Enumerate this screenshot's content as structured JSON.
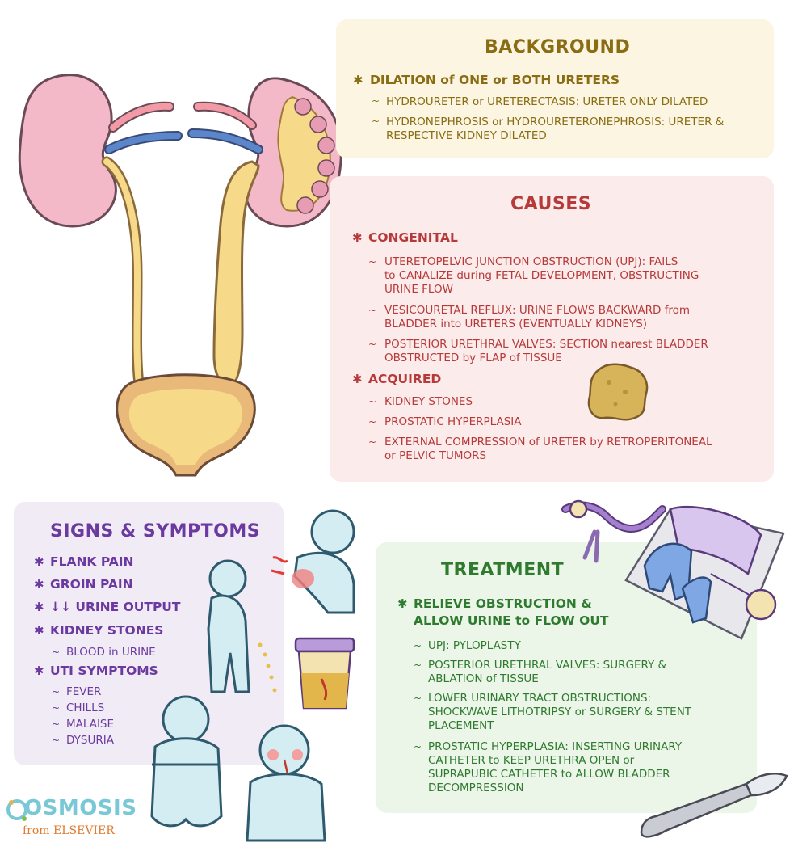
{
  "background": {
    "title": "BACKGROUND",
    "point": "DILATION of ONE or BOTH URETERS",
    "sub": [
      "HYDROURETER or URETERECTASIS: URETER ONLY DILATED",
      "HYDRONEPHROSIS or HYDROURETERONEPHROSIS: URETER &",
      "RESPECTIVE KIDNEY DILATED"
    ]
  },
  "causes": {
    "title": "CAUSES",
    "congenital": "CONGENITAL",
    "congenital_items": [
      "UTERETOPELVIC JUNCTION OBSTRUCTION (UPJ): FAILS",
      "to CANALIZE during FETAL DEVELOPMENT, OBSTRUCTING",
      "URINE FLOW",
      "VESICOURETAL REFLUX: URINE FLOWS BACKWARD from",
      "BLADDER into URETERS (EVENTUALLY KIDNEYS)",
      "POSTERIOR URETHRAL VALVES: SECTION nearest BLADDER",
      "OBSTRUCTED by FLAP of TISSUE"
    ],
    "acquired": "ACQUIRED",
    "acquired_items": [
      "KIDNEY STONES",
      "PROSTATIC HYPERPLASIA",
      "EXTERNAL COMPRESSION of URETER by RETROPERITONEAL",
      "or PELVIC TUMORS"
    ]
  },
  "signs": {
    "title": "SIGNS & SYMPTOMS",
    "items": [
      "FLANK PAIN",
      "GROIN PAIN",
      "↓↓ URINE OUTPUT",
      "KIDNEY STONES",
      "UTI SYMPTOMS"
    ],
    "kidney_sub": "BLOOD in URINE",
    "uti_sub": [
      "FEVER",
      "CHILLS",
      "MALAISE",
      "DYSURIA"
    ]
  },
  "treatment": {
    "title": "TREATMENT",
    "point": [
      "RELIEVE OBSTRUCTION &",
      "ALLOW URINE to FLOW OUT"
    ],
    "items": [
      "UPJ: PYLOPLASTY",
      "POSTERIOR URETHRAL VALVES: SURGERY &",
      "ABLATION of TISSUE",
      "LOWER URINARY TRACT OBSTRUCTIONS:",
      "SHOCKWAVE LITHOTRIPSY or SURGERY & STENT",
      "PLACEMENT",
      "PROSTATIC HYPERPLASIA: INSERTING URINARY",
      "CATHETER to KEEP URETHRA OPEN or",
      "SUPRAPUBIC CATHETER to ALLOW BLADDER",
      "DECOMPRESSION"
    ]
  },
  "logo": {
    "name": "OSMOSIS",
    "sub": "from ELSEVIER"
  },
  "colors": {
    "background": "#8a6d12",
    "causes": "#b73a3a",
    "signs": "#6b3aa0",
    "treatment": "#2e7a2e"
  }
}
